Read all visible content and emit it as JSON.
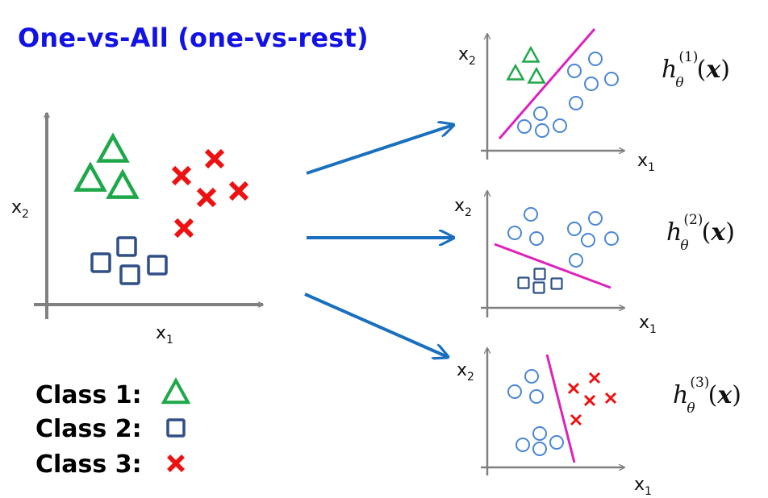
{
  "title": "One-vs-All (one-vs-rest)",
  "colors": {
    "class1": "#1fa84a",
    "class2": "#2f4f86",
    "class3": "#ee1111",
    "rest": "#4a86d6",
    "boundary": "#dd22bb",
    "arrow": "#1a6fbf",
    "axis": "#808080"
  },
  "axis_labels": {
    "x_main": "x",
    "x_sub": "1",
    "y_main": "x",
    "y_sub": "2"
  },
  "main_plot": {
    "class1": [
      [
        140,
        188
      ],
      [
        112,
        224
      ],
      [
        152,
        233
      ]
    ],
    "class2": [
      [
        157,
        306
      ],
      [
        125,
        326
      ],
      [
        195,
        329
      ],
      [
        161,
        341
      ]
    ],
    "class3": [
      [
        266,
        197
      ],
      [
        225,
        218
      ],
      [
        256,
        245
      ],
      [
        296,
        237
      ],
      [
        228,
        283
      ]
    ]
  },
  "subplots": [
    {
      "hypothesis": {
        "base": "h",
        "sub": "θ",
        "sup": "(1)",
        "arg": "x"
      },
      "positive_shape": "triangle",
      "positive": [
        [
          658,
          70
        ],
        [
          639,
          92
        ],
        [
          665,
          96
        ]
      ],
      "rest": [
        [
          738,
          73
        ],
        [
          712,
          88
        ],
        [
          733,
          104
        ],
        [
          758,
          98
        ],
        [
          714,
          128
        ],
        [
          670,
          141
        ],
        [
          650,
          157
        ],
        [
          672,
          162
        ],
        [
          694,
          156
        ]
      ],
      "boundary": [
        [
          619,
          172
        ],
        [
          737,
          36
        ]
      ]
    },
    {
      "hypothesis": {
        "base": "h",
        "sub": "θ",
        "sup": "(2)",
        "arg": "x"
      },
      "positive_shape": "square",
      "positive": [
        [
          669,
          340
        ],
        [
          649,
          351
        ],
        [
          690,
          352
        ],
        [
          668,
          357
        ]
      ],
      "rest": [
        [
          658,
          266
        ],
        [
          638,
          289
        ],
        [
          665,
          296
        ],
        [
          712,
          284
        ],
        [
          738,
          271
        ],
        [
          729,
          298
        ],
        [
          758,
          296
        ],
        [
          714,
          323
        ]
      ],
      "boundary": [
        [
          613,
          303
        ],
        [
          757,
          357
        ]
      ]
    },
    {
      "hypothesis": {
        "base": "h",
        "sub": "θ",
        "sup": "(3)",
        "arg": "x"
      },
      "positive_shape": "cross",
      "positive": [
        [
          737,
          469
        ],
        [
          711,
          482
        ],
        [
          731,
          497
        ],
        [
          757,
          494
        ],
        [
          714,
          521
        ]
      ],
      "rest": [
        [
          659,
          467
        ],
        [
          638,
          486
        ],
        [
          665,
          492
        ],
        [
          669,
          538
        ],
        [
          648,
          552
        ],
        [
          690,
          549
        ],
        [
          669,
          557
        ]
      ],
      "boundary": [
        [
          678,
          440
        ],
        [
          712,
          574
        ]
      ]
    }
  ],
  "legend": [
    {
      "label": "Class 1:",
      "shape": "triangle"
    },
    {
      "label": "Class 2:",
      "shape": "square"
    },
    {
      "label": "Class 3:",
      "shape": "cross"
    }
  ]
}
